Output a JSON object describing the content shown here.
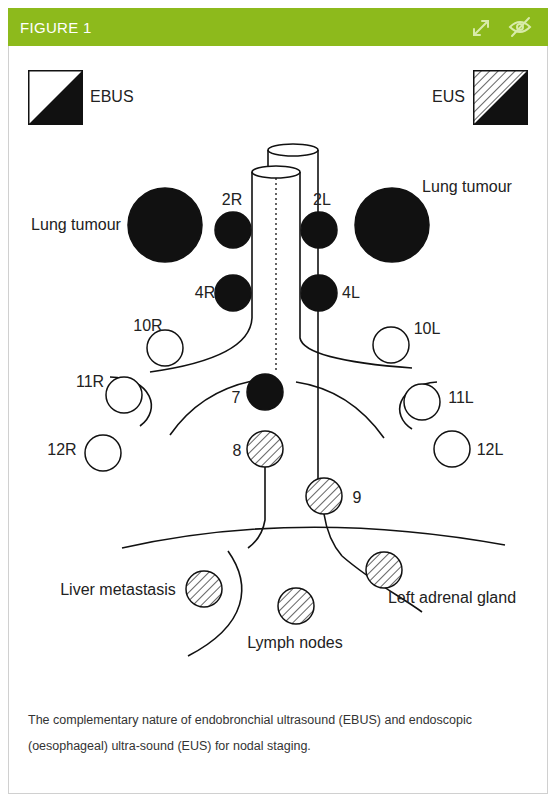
{
  "diagram": {
    "title": "FIGURE 1",
    "caption": "The complementary nature of endobronchial ultrasound (EBUS) and endoscopic (oesophageal) ultra-sound (EUS) for nodal staging.",
    "nodes": [
      {
        "text": [
          "Lung tumour"
        ]
      },
      {
        "text": [
          "2R"
        ]
      },
      {
        "text": [
          "2L"
        ]
      },
      {
        "text": [
          "Lung tumour"
        ]
      },
      {
        "text": [
          "4R"
        ]
      },
      {
        "text": [
          "4L"
        ]
      },
      {
        "text": [
          "10R"
        ]
      },
      {
        "text": [
          "10L"
        ]
      },
      {
        "text": [
          "11R"
        ]
      },
      {
        "text": [
          "11L"
        ]
      },
      {
        "text": [
          "7"
        ]
      },
      {
        "text": [
          "12R"
        ]
      },
      {
        "text": [
          "12L"
        ]
      },
      {
        "text": [
          "8"
        ]
      },
      {
        "text": [
          "9"
        ]
      },
      {
        "text": [
          "Liver metastasis"
        ]
      },
      {
        "text": [
          "Lymph nodes"
        ]
      },
      {
        "text": [
          "Left adrenal gland"
        ]
      }
    ],
    "legend": [
      {
        "text": "EBUS"
      },
      {
        "text": "EUS"
      }
    ]
  }
}
